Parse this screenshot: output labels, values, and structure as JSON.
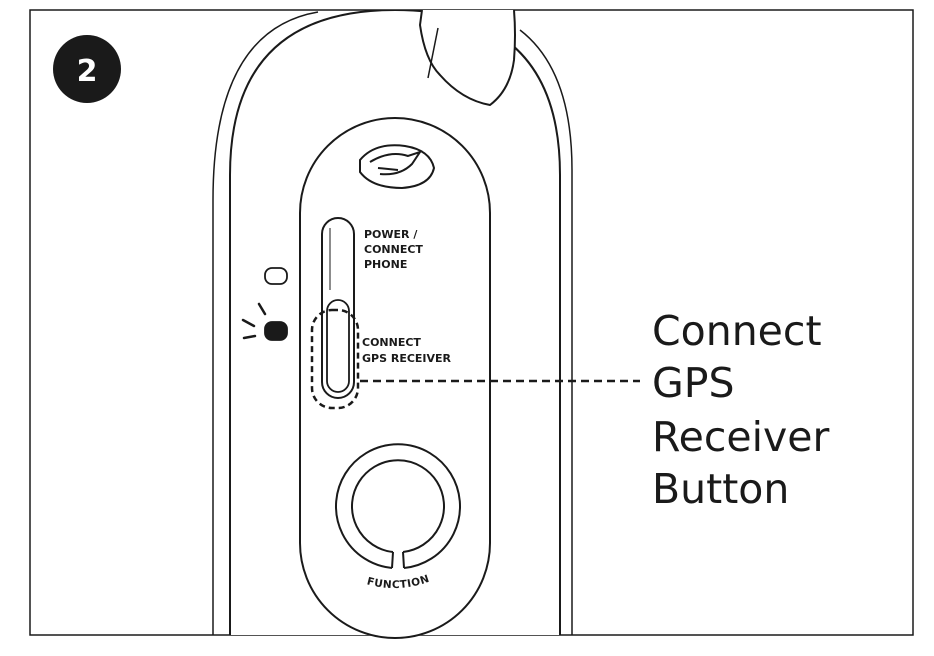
{
  "step_number": "2",
  "device": {
    "power_label_lines": [
      "POWER /",
      "CONNECT",
      "PHONE"
    ],
    "gps_label_lines": [
      "CONNECT",
      "GPS RECEIVER"
    ],
    "function_label": "FUNCTION",
    "logo_icon": "falcon-logo-icon",
    "led_states": {
      "top": "off",
      "bottom": "on-blinking"
    }
  },
  "callout": {
    "lines": [
      "Connect",
      "GPS",
      "Receiver",
      "Button"
    ]
  },
  "colors": {
    "ink": "#1a1a1a",
    "paper": "#ffffff",
    "badge": "#1a1a1a"
  }
}
